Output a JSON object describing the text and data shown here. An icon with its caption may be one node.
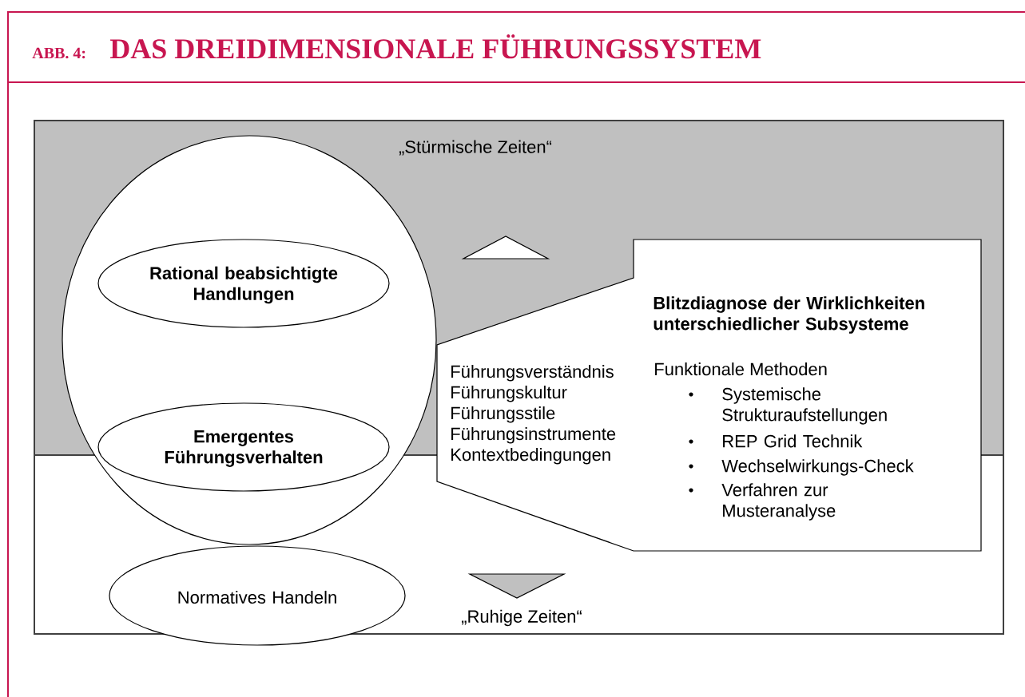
{
  "diagram": {
    "title": "DAS DREIDIMENSIONALE FÜHRUNGSSYSTEM",
    "nodes": [
      {
        "text": [
          "„Stürmische Zeiten“"
        ]
      },
      {
        "text": [],
        "shape": "circle"
      },
      {
        "text": [
          "Rational beabsichtigte Handlungen"
        ]
      },
      {
        "text": [
          "Emergentes Führungsverhalten"
        ],
        "in": 1
      },
      {
        "text": [
          "Führungsverständnis",
          "Führungskultur",
          "Führungsstile",
          "Führungsinstrumente",
          "Kontextbedingungen",
          "Blitzdiagnose der Wirklichkeiten unterschiedlicher Subsysteme",
          "Funktionale Methoden",
          "Systemische Strukturaufstellungen",
          "REP Grid Technik",
          "Wechselwirkungs-Check",
          "Verfahren zur Musteranalyse"
        ]
      },
      {
        "text": [
          "„Ruhige Zeiten“"
        ]
      },
      {
        "text": [
          "Normatives Handeln"
        ]
      }
    ],
    "edges": [],
    "labels": [
      "ABB. 4:"
    ]
  }
}
